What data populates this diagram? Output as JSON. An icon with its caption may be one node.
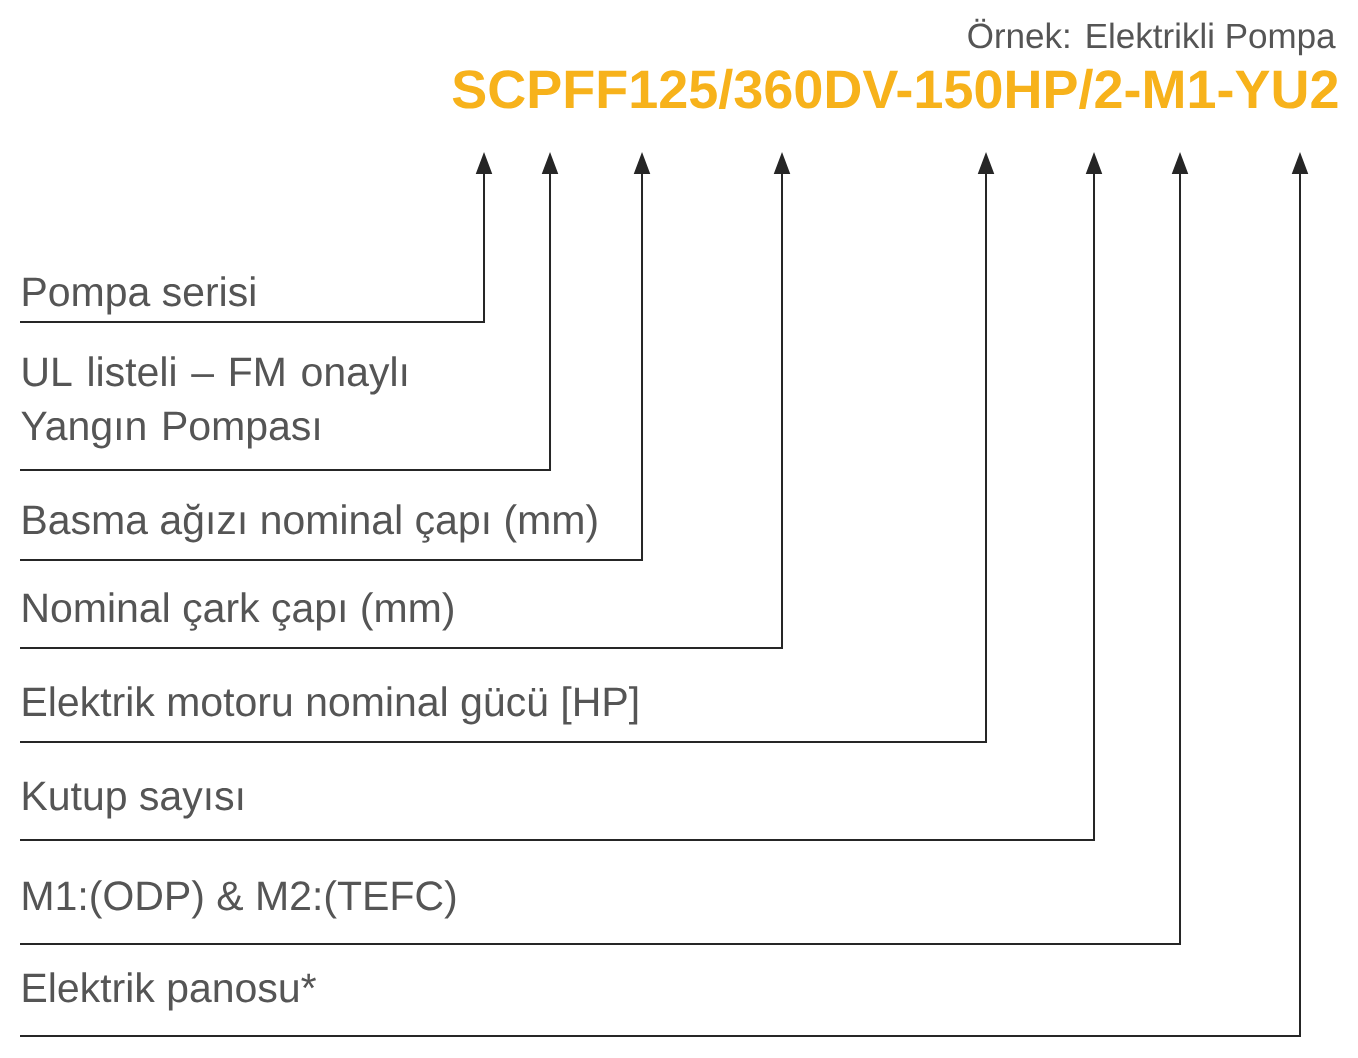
{
  "diagram": {
    "nodes": [
      {
        "text": [
          "Pompa serisi"
        ]
      },
      {
        "text": [
          "UL listeli – FM onaylı Yangın Pompası"
        ]
      },
      {
        "text": [
          "Basma ağızı nominal çapı (mm)"
        ]
      },
      {
        "text": [
          "Nominal çark çapı (mm)"
        ]
      },
      {
        "text": [
          "Elektrik motoru nominal gücü [HP]"
        ]
      },
      {
        "text": [
          "Kutup sayısı"
        ]
      },
      {
        "text": [
          "M1:(ODP) & M2:(TEFC)"
        ]
      },
      {
        "text": [
          "Elektrik panosu*"
        ]
      }
    ],
    "edges": [
      {
        "from": 0,
        "to": null,
        "arrow": "to"
      },
      {
        "from": 1,
        "to": null,
        "arrow": "to"
      },
      {
        "from": 2,
        "to": null,
        "arrow": "to"
      },
      {
        "from": 3,
        "to": null,
        "arrow": "to"
      },
      {
        "from": 4,
        "to": null,
        "arrow": "to"
      },
      {
        "from": 5,
        "to": null,
        "arrow": "to"
      },
      {
        "from": 6,
        "to": null,
        "arrow": "to"
      },
      {
        "from": 7,
        "to": null,
        "arrow": "to"
      }
    ],
    "labels": [
      "Örnek: Elektrikli Pompa",
      "SCPFF125/360DV-150HP/2-M1-YU2"
    ]
  }
}
